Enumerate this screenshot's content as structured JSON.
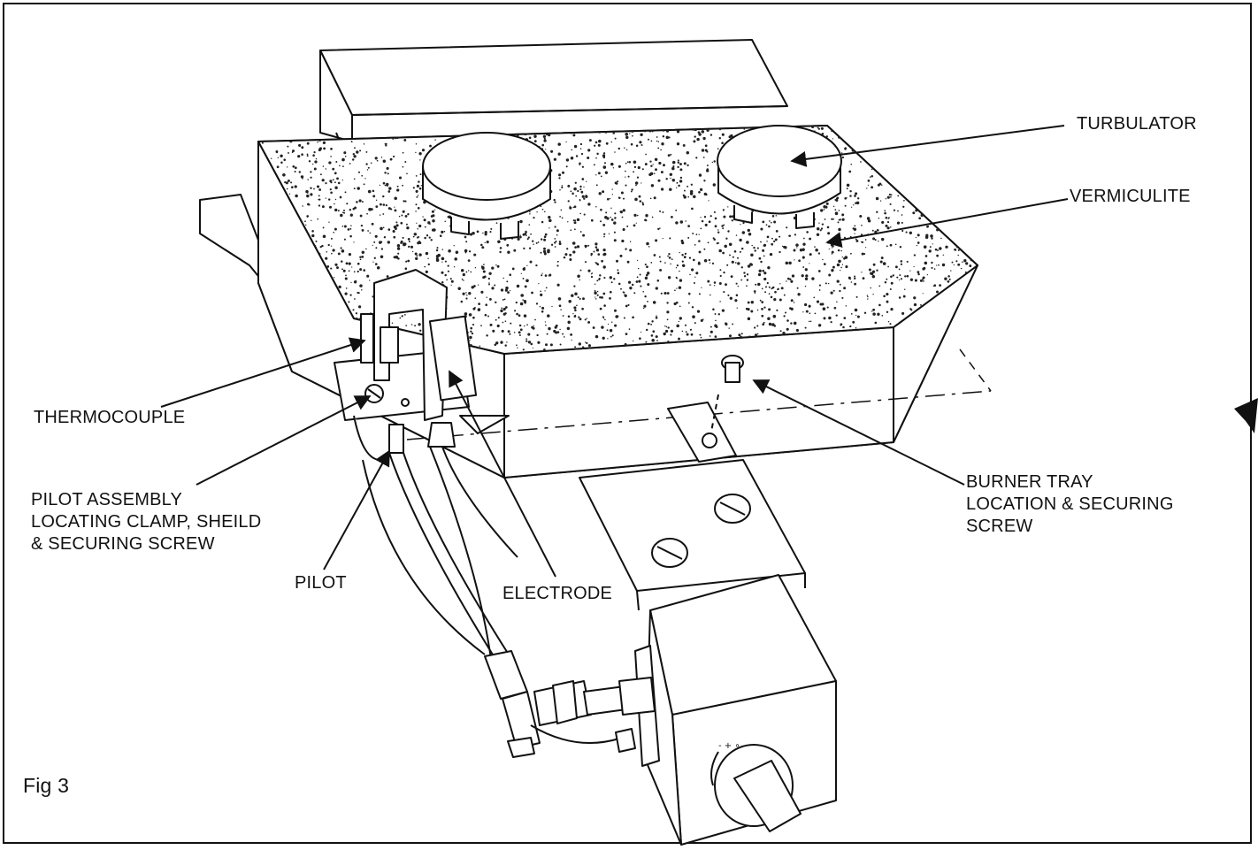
{
  "figure": {
    "caption": "Fig 3",
    "colors": {
      "ink": "#111111",
      "background": "#ffffff",
      "speckle": "#222222"
    },
    "labels": {
      "turbulator": "TURBULATOR",
      "vermiculite": "VERMICULITE",
      "thermocouple": "THERMOCOUPLE",
      "pilot_assembly": [
        "PILOT ASSEMBLY",
        "LOCATING CLAMP, SHEILD",
        "& SECURING SCREW"
      ],
      "pilot": "PILOT",
      "electrode": "ELECTRODE",
      "burner_tray": [
        "BURNER TRAY",
        "LOCATION & SECURING",
        "SCREW"
      ]
    }
  }
}
